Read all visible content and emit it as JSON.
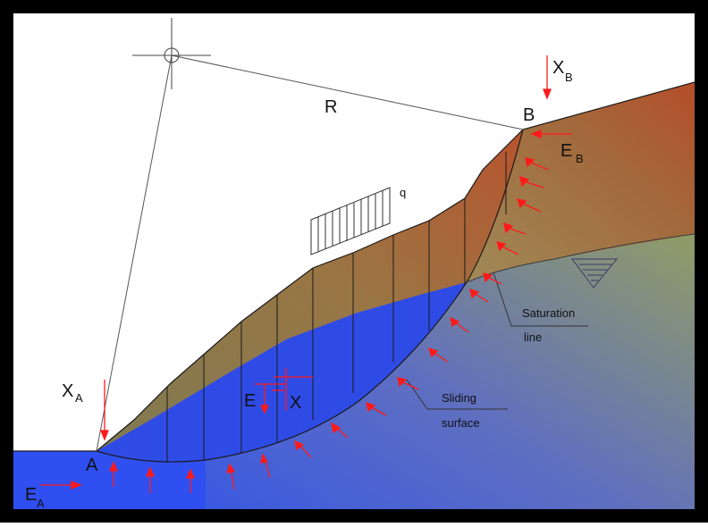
{
  "labels": {
    "R": "R",
    "A": "A",
    "B": "B",
    "q": "q",
    "XA_main": "X",
    "XA_sub": "A",
    "XB_main": "X",
    "XB_sub": "B",
    "EA_main": "E",
    "EA_sub": "A",
    "EB_main": "E",
    "EB_sub": "B",
    "E": "E",
    "X": "X",
    "sat_line1": "Saturation",
    "sat_line2": "line",
    "slide_line1": "Sliding",
    "slide_line2": "surface"
  },
  "colors": {
    "frame": "#000000",
    "saturated_zone": "#2f4be6",
    "arrow": "#ff1a1a",
    "soil_left": "#8c7a4c",
    "soil_right": "#b85a2e",
    "ground_green": "#9aa34e",
    "ground_blue": "#2f55f0"
  }
}
